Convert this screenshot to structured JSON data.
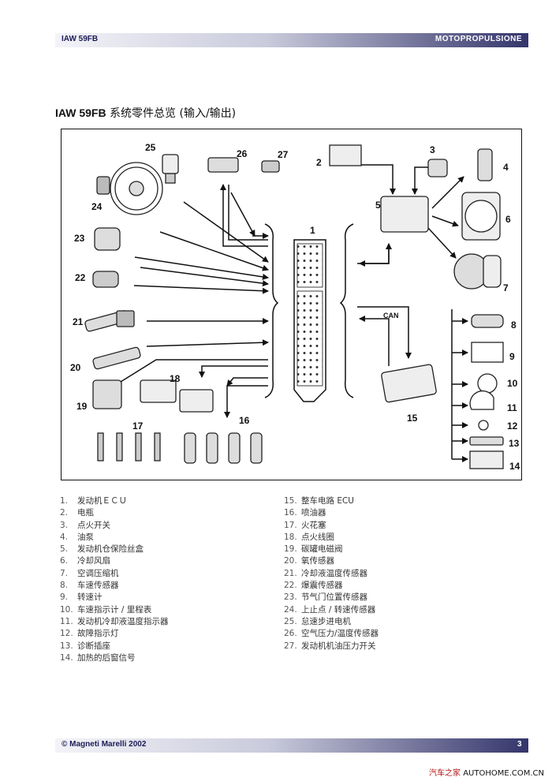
{
  "header": {
    "left": "IAW 59FB",
    "right": "MOTOPROPULSIONE"
  },
  "title": {
    "bold": "IAW 59FB",
    "rest": " 系统零件总览 (输入/输出)"
  },
  "diagram": {
    "numbers": [
      "1",
      "2",
      "3",
      "4",
      "5",
      "6",
      "7",
      "8",
      "9",
      "10",
      "11",
      "12",
      "13",
      "14",
      "15",
      "16",
      "17",
      "18",
      "19",
      "20",
      "21",
      "22",
      "23",
      "24",
      "25",
      "26",
      "27"
    ],
    "can_label": "CAN"
  },
  "legend_left": [
    {
      "num": "1.",
      "text": "发动机ＥＣＵ"
    },
    {
      "num": "2.",
      "text": "电瓶"
    },
    {
      "num": "3.",
      "text": "点火开关"
    },
    {
      "num": "4.",
      "text": "油泵"
    },
    {
      "num": "5.",
      "text": "发动机仓保险丝盒"
    },
    {
      "num": "6.",
      "text": "冷却风扇"
    },
    {
      "num": "7.",
      "text": "空调压缩机"
    },
    {
      "num": "8.",
      "text": "车速传感器"
    },
    {
      "num": "9.",
      "text": "转速计"
    },
    {
      "num": "10.",
      "text": "车速指示计 / 里程表"
    },
    {
      "num": "11.",
      "text": "发动机冷却液温度指示器"
    },
    {
      "num": "12.",
      "text": "故障指示灯"
    },
    {
      "num": "13.",
      "text": "诊断插座"
    },
    {
      "num": "14.",
      "text": "加热的后窗信号"
    }
  ],
  "legend_right": [
    {
      "num": "15.",
      "text": "整车电路 ECU"
    },
    {
      "num": "16.",
      "text": "喷油器"
    },
    {
      "num": "17.",
      "text": "火花塞"
    },
    {
      "num": "18.",
      "text": "点火线圈"
    },
    {
      "num": "19.",
      "text": "碳罐电磁阀"
    },
    {
      "num": "20.",
      "text": "氧传感器"
    },
    {
      "num": "21.",
      "text": "冷却液温度传感器"
    },
    {
      "num": "22.",
      "text": "爆震传感器"
    },
    {
      "num": "23.",
      "text": "节气门位置传感器"
    },
    {
      "num": "24.",
      "text": "上止点 / 转速传感器"
    },
    {
      "num": "25.",
      "text": "怠速步进电机"
    },
    {
      "num": "26.",
      "text": "空气压力/温度传感器"
    },
    {
      "num": "27.",
      "text": "发动机机油压力开关"
    }
  ],
  "footer": {
    "left": "© Magneti Marelli 2002",
    "right": "3"
  },
  "watermark": {
    "brand": "汽车之家",
    "site": "AUTOHOME.COM.CN"
  }
}
